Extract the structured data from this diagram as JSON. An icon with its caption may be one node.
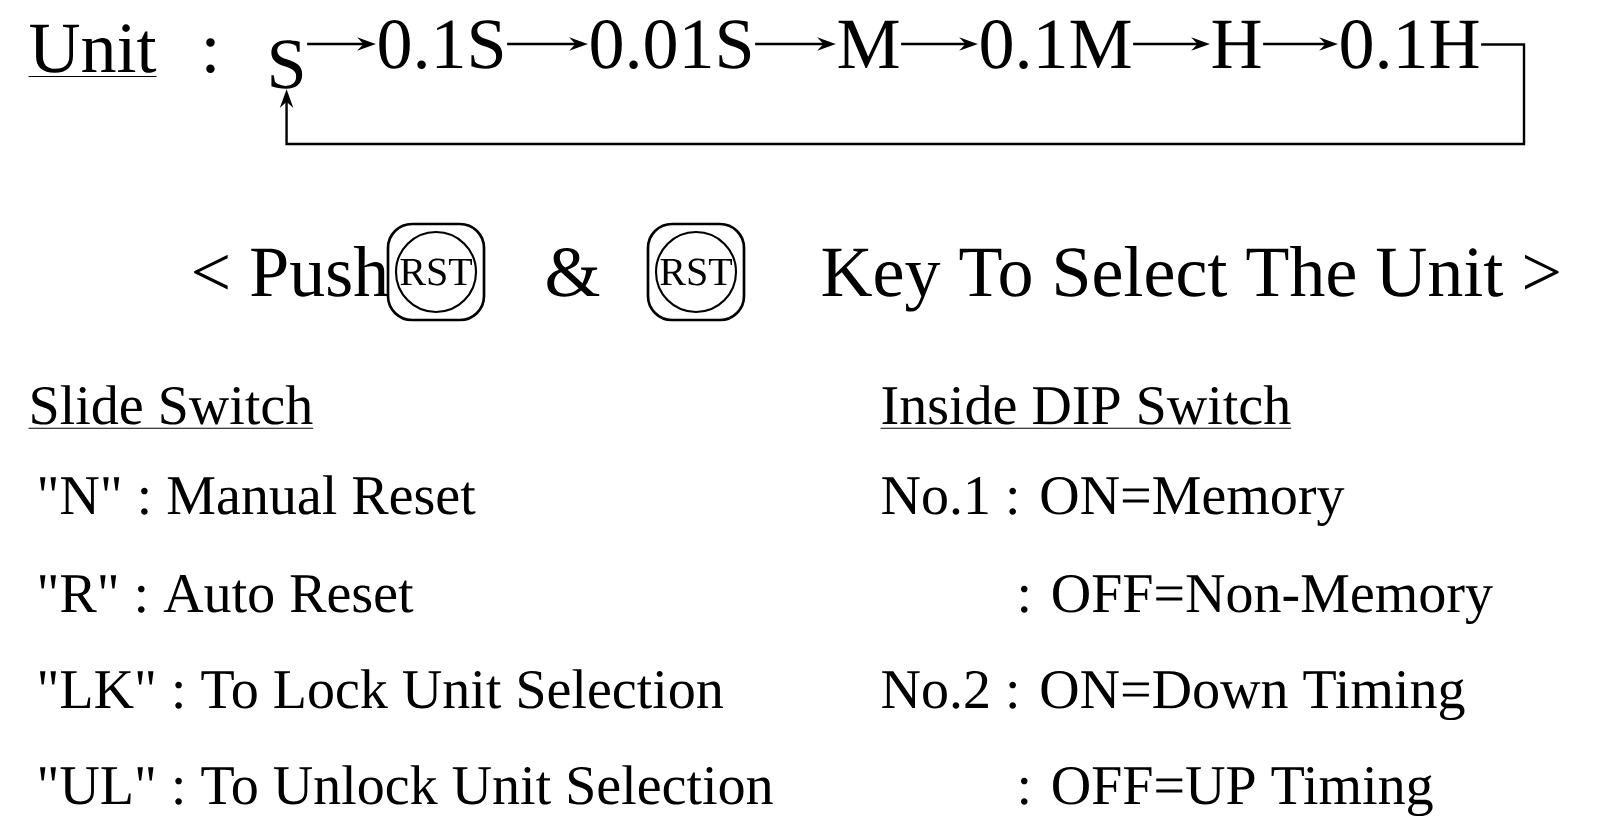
{
  "diagram": {
    "nodes": [
      {
        "text": [
          "S"
        ]
      },
      {
        "text": [
          "0.1S"
        ]
      },
      {
        "text": [
          "0.01S"
        ]
      },
      {
        "text": [
          "M"
        ]
      },
      {
        "text": [
          "0.1M"
        ]
      },
      {
        "text": [
          "H"
        ]
      },
      {
        "text": [
          "0.1H"
        ]
      },
      {
        "text": [
          "RST"
        ]
      },
      {
        "text": [
          "RST"
        ]
      }
    ],
    "edges": [
      {
        "from": 0,
        "to": 1,
        "arrow": "to"
      },
      {
        "from": 1,
        "to": 2,
        "arrow": "to"
      },
      {
        "from": 2,
        "to": 3,
        "arrow": "to"
      },
      {
        "from": 3,
        "to": 4,
        "arrow": "to"
      },
      {
        "from": 4,
        "to": 5,
        "arrow": "to"
      },
      {
        "from": 5,
        "to": 6,
        "arrow": "to"
      },
      {
        "from": 6,
        "to": 0,
        "arrow": "to"
      }
    ],
    "labels": [
      "Unit",
      ":",
      "< Push",
      "&",
      "Key To Select The Unit >",
      "Slide Switch",
      "Inside DIP Switch",
      "\"N\" : Manual Reset",
      "No.1 : ON=Memory",
      "\"R\" : Auto Reset",
      ": OFF=Non-Memory",
      "\"LK\" : To Lock Unit Selection",
      "No.2 : ON=Down Timing",
      "\"UL\" : To Unlock Unit Selection",
      ": OFF=UP Timing"
    ]
  }
}
